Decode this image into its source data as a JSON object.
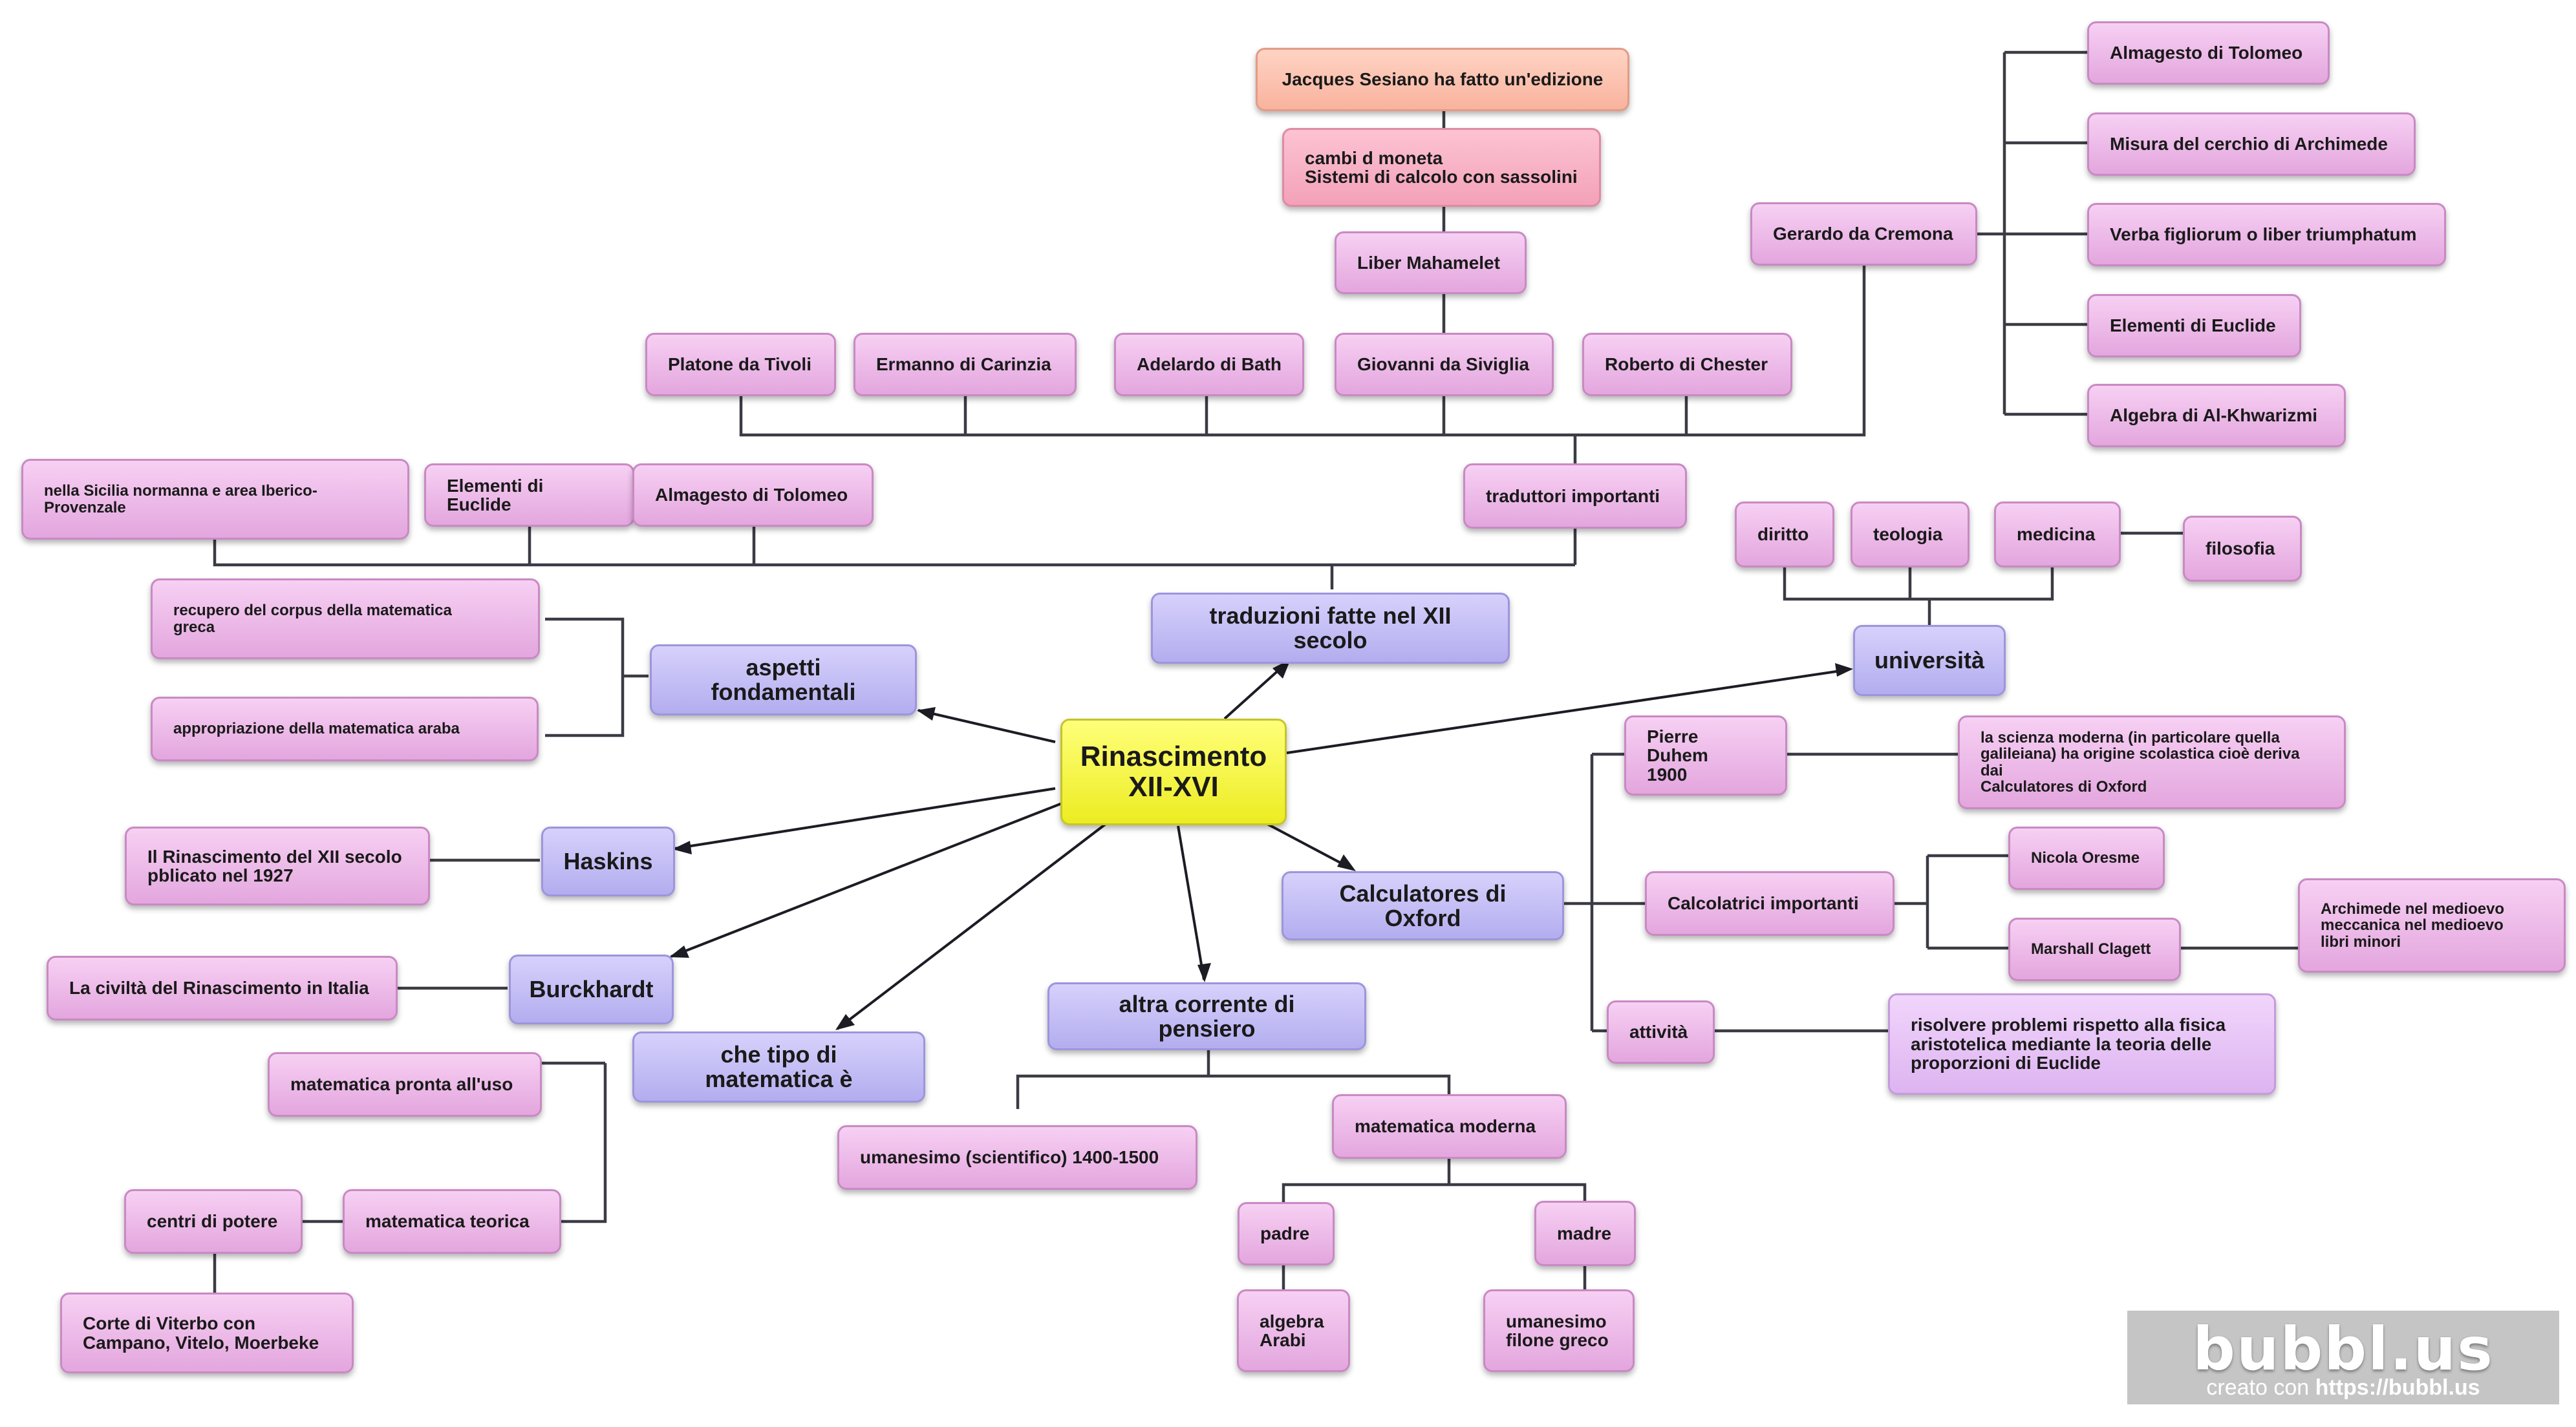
{
  "root": "Rinascimento\nXII-XVI",
  "hubs": {
    "traduzioni": "traduzioni fatte nel XII secolo",
    "aspetti": "aspetti fondamentali",
    "haskins": "Haskins",
    "burckhardt": "Burckhardt",
    "tipo": "che tipo di matematica è",
    "altra": "altra corrente di pensiero",
    "calculatores": "Calculatores di Oxford",
    "universita": "università"
  },
  "nodes": {
    "sesiano": "Jacques Sesiano ha fatto un'edizione",
    "cambi": "cambi d moneta\nSistemi di calcolo con sassolini",
    "liber": "Liber Mahamelet",
    "platone": "Platone da Tivoli",
    "ermanno": "Ermanno di Carinzia",
    "adelardo": "Adelardo di Bath",
    "giovanni": "Giovanni da Siviglia",
    "roberto": "Roberto di Chester",
    "gerardo": "Gerardo da Cremona",
    "g_almagesto": "Almagesto di Tolomeo",
    "g_misura": "Misura del cerchio di Archimede",
    "g_verba": "Verba figliorum o liber triumphatum",
    "g_elementi": "Elementi di Euclide",
    "g_algebra": "Algebra di Al-Khwarizmi",
    "sicilia": "nella Sicilia normanna e area Iberico-\nProvenzale",
    "elementi": "Elementi di Euclide",
    "almagesto": "Almagesto di Tolomeo",
    "traduttori": "traduttori importanti",
    "recupero": "recupero del corpus della matematica\ngreca",
    "appropriazione": "appropriazione della matematica araba",
    "haskins_book": "Il Rinascimento del XII secolo\npblicato nel 1927",
    "burckhardt_book": "La civiltà del Rinascimento in Italia",
    "pronta": "matematica pronta all'uso",
    "teorica": "matematica teorica",
    "centri": "centri di potere",
    "corte": "Corte di Viterbo con\n Campano, Vitelo, Moerbeke",
    "umanesimo_sc": "umanesimo (scientifico) 1400-1500",
    "moderna": "matematica moderna",
    "padre": "padre",
    "madre": "madre",
    "algebra_arabi": "algebra\nArabi",
    "umanesimo_greco": "umanesimo\nfilone greco",
    "diritto": "diritto",
    "teologia": "teologia",
    "medicina": "medicina",
    "filosofia": "filosofia",
    "duhem": "Pierre Duhem\n1900",
    "scienza": "la scienza moderna (in particolare quella\ngalileiana) ha origine scolastica cioè deriva dai\nCalculatores di Oxford",
    "calcolatrici": "Calcolatrici importanti",
    "oresme": "Nicola Oresme",
    "clagett": "Marshall Clagett",
    "archimede_medioevo": "Archimede nel medioevo\nmeccanica nel medioevo\nlibri minori",
    "attivita": "attività",
    "risolvere": "risolvere problemi rispetto alla fisica\naristotelica mediante la teoria delle\nproporzioni di Euclide"
  },
  "watermark": {
    "logo": "bubbl.us",
    "prefix": "creato con ",
    "url": "https://bubbl.us"
  }
}
